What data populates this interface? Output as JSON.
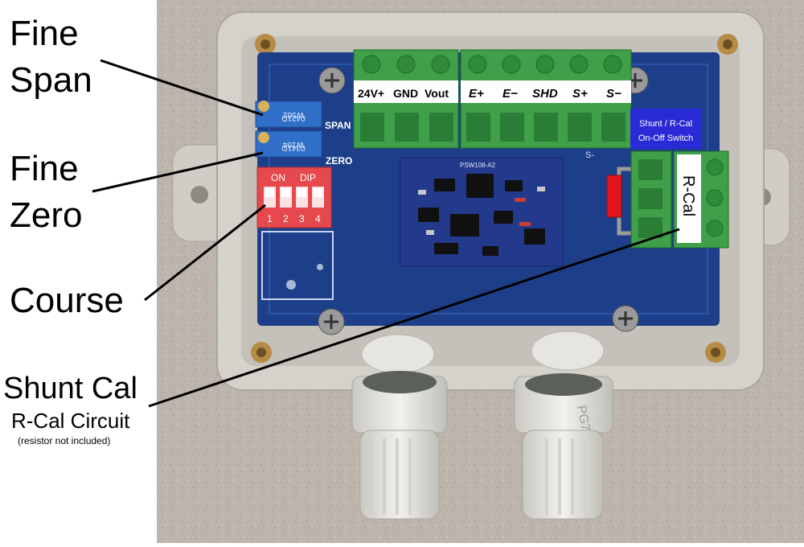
{
  "callouts": {
    "fine_span": [
      "Fine",
      "Span"
    ],
    "fine_zero": [
      "Fine",
      "Zero"
    ],
    "course": "Course",
    "shunt_cal": "Shunt Cal",
    "rcal_circuit": "R-Cal Circuit",
    "resistor_note": "(resistor not included)"
  },
  "terminals": {
    "power": [
      "24V+",
      "GND",
      "Vout"
    ],
    "signal": [
      "E+",
      "E−",
      "SHD",
      "S+",
      "S−"
    ]
  },
  "board": {
    "span_label": "SPAN",
    "zero_label": "ZERO",
    "pot_span": [
      "W502",
      "0421D"
    ],
    "pot_zero": [
      "W104",
      "0341D"
    ],
    "dip_on": "ON",
    "dip_label": "DIP",
    "dip_numbers": [
      "1",
      "2",
      "3",
      "4"
    ],
    "module_code": "PSW108-A2",
    "shunt_tag": [
      "Shunt / R-Cal",
      "On-Off Switch"
    ],
    "rcal_label": "R-Cal",
    "silk_s_minus": "S-",
    "gland_mark": "PG7"
  },
  "colors": {
    "background_left": "#ffffff",
    "countertop": "#bdb5ac",
    "enclosure": "#d4d2ca",
    "pcb": "#1d3f8a",
    "terminal_green": "#3fa049",
    "potentiometer": "#2f6fc8",
    "dip_switch": "#e5484d",
    "resistor": "#e0161b",
    "shunt_tag": "#2a2ad6"
  }
}
